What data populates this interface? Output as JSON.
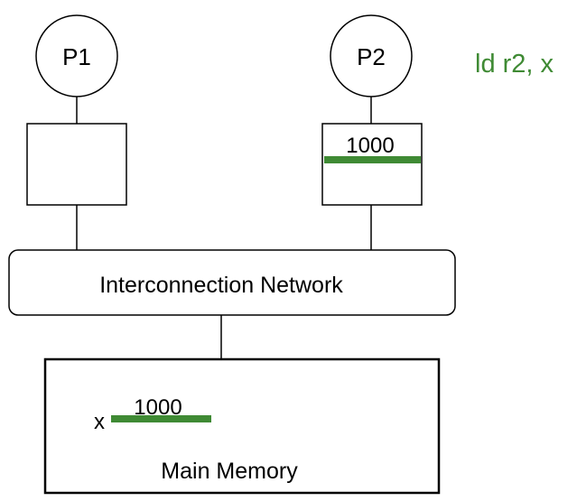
{
  "processors": [
    {
      "label": "P1"
    },
    {
      "label": "P2"
    }
  ],
  "caches": [
    {
      "value": ""
    },
    {
      "value": "1000"
    }
  ],
  "instruction": "ld r2, x",
  "interconnect": {
    "label": "Interconnection Network"
  },
  "memory": {
    "label": "Main Memory",
    "var_name": "x",
    "var_value": "1000"
  },
  "colors": {
    "accent": "#3f8a34",
    "stroke": "#000000"
  }
}
